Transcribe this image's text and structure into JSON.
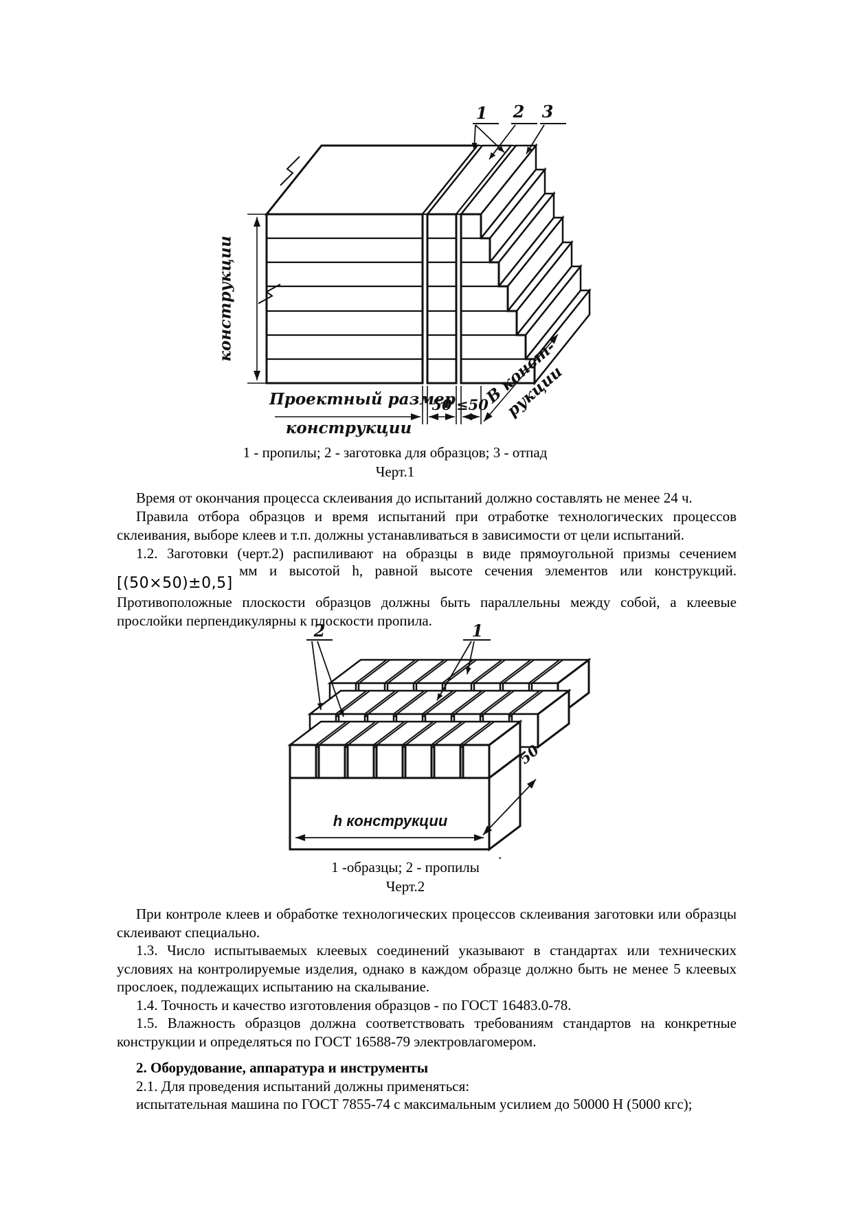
{
  "figure1": {
    "callouts": {
      "c1": "1",
      "c2": "2",
      "c3": "3"
    },
    "dims": {
      "height_label": "конструкции",
      "width_label_line1": "Проектный размер",
      "width_label_line2": "конструкции",
      "cut_width": "50",
      "waste_width": "≤50",
      "depth_label_line1": "В конст-",
      "depth_label_line2": "рукции"
    },
    "caption": "1 - пропилы; 2 - заготовка для образцов; 3 - отпад",
    "figure_no": "Черт.1"
  },
  "figure2": {
    "callouts": {
      "c1": "1",
      "c2": "2"
    },
    "dims": {
      "depth": "50",
      "height_label": "h конструкции"
    },
    "caption": "1 -образцы; 2 - пропилы",
    "figure_no": "Черт.2",
    "stray_mark": "."
  },
  "doc": {
    "p_time": "Время от окончания процесса склеивания до испытаний должно составлять не менее 24 ч.",
    "p_rules": "Правила отбора образцов и время испытаний при отработке технологических процессов склеивания, выборе клеев и т.п. должны устанавливаться в зависимости от цели испытаний.",
    "p12_intro": "1.2. Заготовки (черт.2) распиливают на образцы в виде прямоугольной призмы сечением",
    "p12_formula": "[(50×50)±0,5]",
    "p12_cont": "мм и высотой h, равной высоте сечения элементов или конструкций.",
    "p_opposite": "Противоположные плоскости образцов должны быть параллельны между собой, а клеевые прослойки перпендикулярны к плоскости пропила.",
    "p_control": "При контроле клеев и обработке технологических процессов склеивания заготовки или образцы склеивают специально.",
    "p13": "1.3. Число испытываемых клеевых соединений указывают в стандартах или технических условиях на контролируемые изделия, однако в каждом образце должно быть не менее 5 клеевых прослоек, подлежащих испытанию на скалывание.",
    "p14": "1.4. Точность и качество изготовления образцов - по ГОСТ 16483.0-78.",
    "p15": "1.5. Влажность образцов должна соответствовать требованиям стандартов на конкретные конструкции и определяться по ГОСТ 16588-79 электровлагомером.",
    "section2_heading": "2. Оборудование, аппаратура и инструменты",
    "p21": "2.1. Для проведения испытаний должны применяться:",
    "p_machine": "испытательная машина по ГОСТ 7855-74 с максимальным усилием до 50000 Н (5000 кгс);"
  }
}
